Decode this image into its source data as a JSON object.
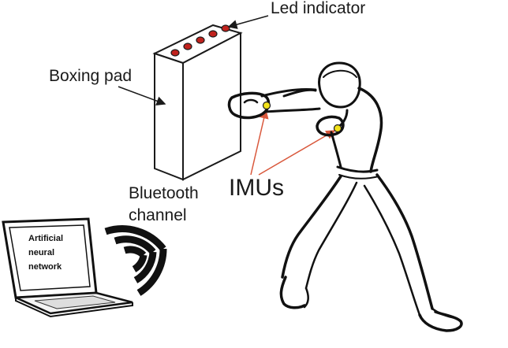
{
  "labels": {
    "led_indicator": "Led indicator",
    "boxing_pad": "Boxing pad",
    "bluetooth_line1": "Bluetooth",
    "bluetooth_line2": "channel",
    "imus": "IMUs"
  },
  "laptop": {
    "screen_lines": [
      "Artificial",
      "neural",
      "network"
    ]
  },
  "colors": {
    "led": "#c0221d",
    "imu_dot": "#f2e21a",
    "arrow_red": "#d9583c",
    "ink": "#1a1a1a"
  },
  "icons": {
    "bluetooth_signal": "wifi-arcs-icon",
    "laptop": "laptop-icon",
    "boxer": "boxer-illustration"
  }
}
